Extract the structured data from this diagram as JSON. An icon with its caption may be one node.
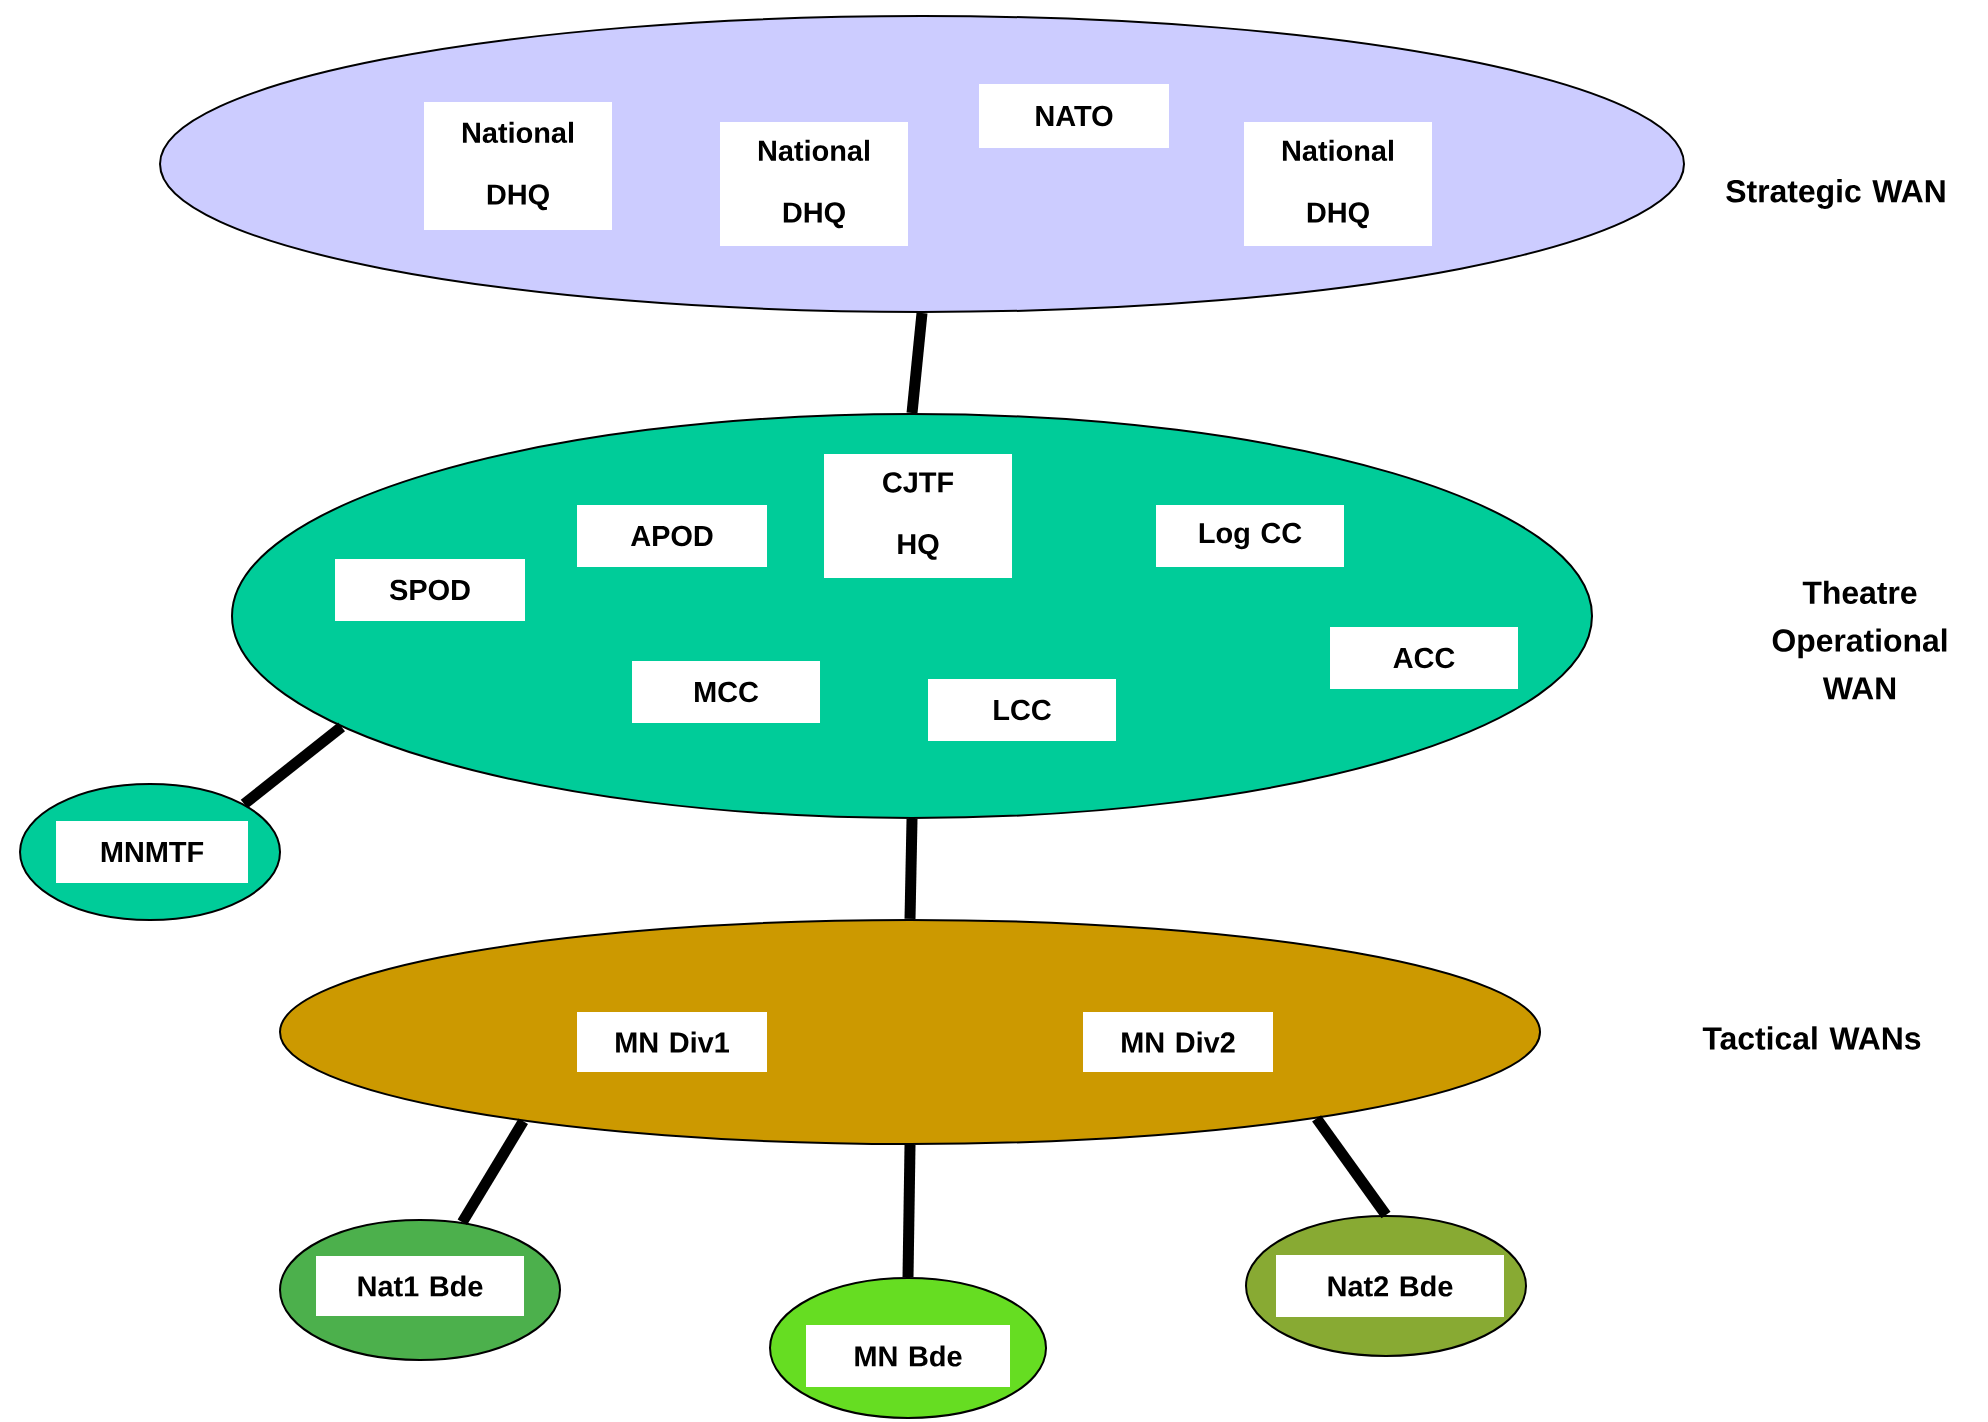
{
  "diagram": {
    "nodes": [
      {
        "text": [],
        "shape": "ellipse"
      },
      {
        "text": [
          "National DHQ"
        ],
        "in": 0
      },
      {
        "text": [
          "National DHQ"
        ],
        "in": 0
      },
      {
        "text": [
          "NATO"
        ],
        "in": 0
      },
      {
        "text": [
          "National DHQ"
        ],
        "in": 0
      },
      {
        "text": [],
        "shape": "ellipse"
      },
      {
        "text": [
          "CJTF HQ"
        ],
        "in": 5
      },
      {
        "text": [
          "APOD"
        ],
        "in": 5
      },
      {
        "text": [
          "Log CC"
        ],
        "in": 5
      },
      {
        "text": [
          "SPOD"
        ],
        "in": 5
      },
      {
        "text": [
          "ACC"
        ],
        "in": 5
      },
      {
        "text": [
          "MCC"
        ],
        "in": 5
      },
      {
        "text": [
          "LCC"
        ],
        "in": 5
      },
      {
        "text": [],
        "shape": "ellipse"
      },
      {
        "text": [
          "MNMTF"
        ],
        "in": 13
      },
      {
        "text": [],
        "shape": "ellipse"
      },
      {
        "text": [
          "MN Div1"
        ],
        "in": 15
      },
      {
        "text": [
          "MN Div2"
        ],
        "in": 15
      },
      {
        "text": [],
        "shape": "ellipse"
      },
      {
        "text": [
          "Nat1 Bde"
        ],
        "in": 18
      },
      {
        "text": [],
        "shape": "ellipse"
      },
      {
        "text": [
          "MN Bde"
        ],
        "in": 20
      },
      {
        "text": [],
        "shape": "ellipse"
      },
      {
        "text": [
          "Nat2 Bde"
        ],
        "in": 22
      }
    ],
    "edges": [
      {
        "from": 0,
        "to": 5,
        "arrow": "none"
      },
      {
        "from": 5,
        "to": 13,
        "arrow": "none"
      },
      {
        "from": 5,
        "to": 15,
        "arrow": "none"
      },
      {
        "from": 15,
        "to": 18,
        "arrow": "none"
      },
      {
        "from": 15,
        "to": 20,
        "arrow": "none"
      },
      {
        "from": 15,
        "to": 22,
        "arrow": "none"
      }
    ],
    "labels": [
      "Strategic WAN",
      "Theatre Operational WAN",
      "Tactical WANs"
    ]
  }
}
